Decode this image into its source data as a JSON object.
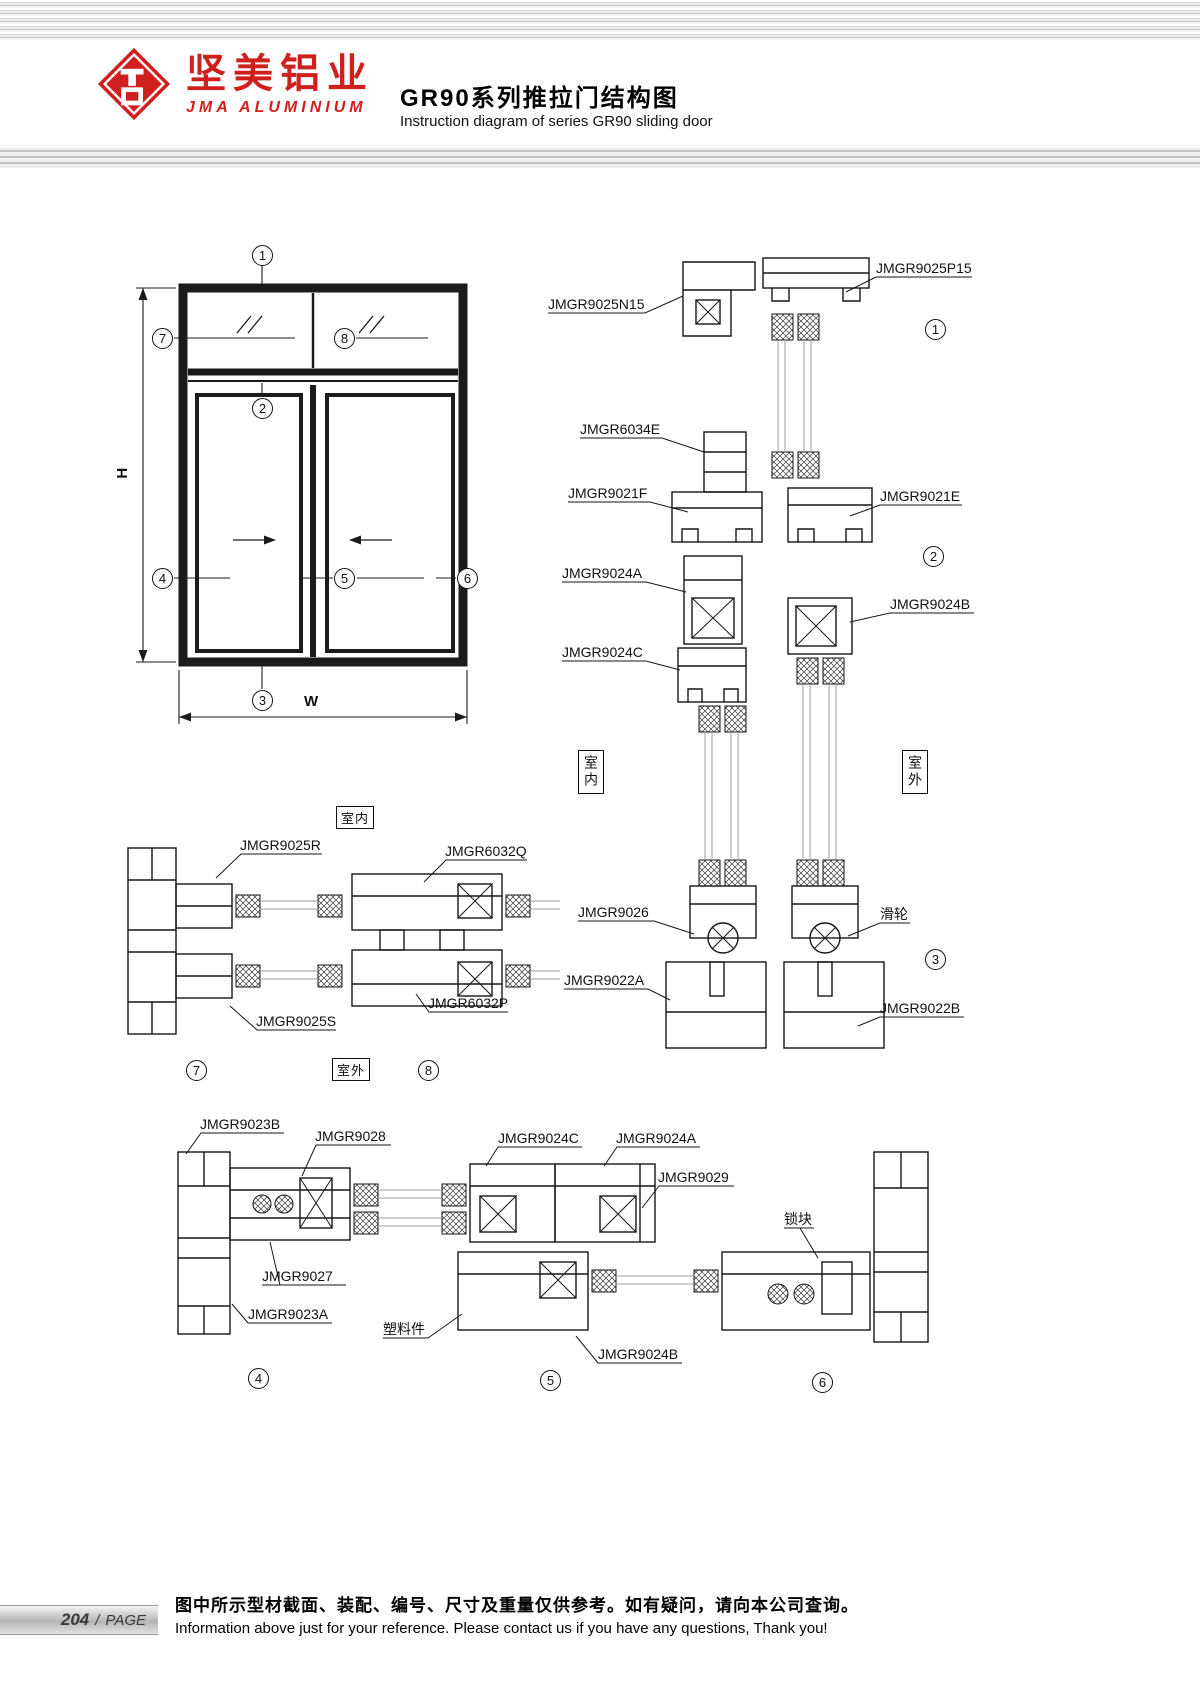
{
  "header": {
    "brand_cn": "坚美铝业",
    "brand_en": "JMA ALUMINIUM",
    "title_cn": "GR90系列推拉门结构图",
    "title_en": "Instruction diagram of series GR90 sliding door"
  },
  "colors": {
    "brand_red": "#d01f1f",
    "ink": "#1b1b1b"
  },
  "elevation": {
    "dim_height": "H",
    "dim_width": "W",
    "callouts": {
      "c1": "1",
      "c2": "2",
      "c3": "3",
      "c4": "4",
      "c5": "5",
      "c6": "6",
      "c7": "7",
      "c8": "8"
    }
  },
  "vertical_section": {
    "labels": {
      "l9025n15": "JMGR9025N15",
      "l9025p15": "JMGR9025P15",
      "l6034e": "JMGR6034E",
      "l9021f": "JMGR9021F",
      "l9021e": "JMGR9021E",
      "l9024a": "JMGR9024A",
      "l9024b": "JMGR9024B",
      "l9024c": "JMGR9024C",
      "l9026": "JMGR9026",
      "pulley": "滑轮",
      "l9022a": "JMGR9022A",
      "l9022b": "JMGR9022B"
    },
    "indoor": "室内",
    "outdoor": "室外",
    "callouts": {
      "c1": "1",
      "c2": "2",
      "c3": "3"
    }
  },
  "plan_section": {
    "labels": {
      "l9025r": "JMGR9025R",
      "l6032q": "JMGR6032Q",
      "l9025s": "JMGR9025S",
      "l6032p": "JMGR6032P"
    },
    "indoor": "室内",
    "outdoor": "室外",
    "callouts": {
      "c7": "7",
      "c8": "8"
    }
  },
  "bottom_section": {
    "labels": {
      "l9023b": "JMGR9023B",
      "l9028": "JMGR9028",
      "l9024c": "JMGR9024C",
      "l9024a": "JMGR9024A",
      "l9029": "JMGR9029",
      "lock": "锁块",
      "l9027": "JMGR9027",
      "l9023a": "JMGR9023A",
      "plastic": "塑料件",
      "l9024b": "JMGR9024B"
    },
    "callouts": {
      "c4": "4",
      "c5": "5",
      "c6": "6"
    }
  },
  "footer": {
    "page_number": "204",
    "separator": "/",
    "page_label": "PAGE",
    "note_cn": "图中所示型材截面、装配、编号、尺寸及重量仅供参考。如有疑问，请向本公司查询。",
    "note_en": "Information above just for your reference. Please contact us if you have any questions, Thank you!"
  }
}
